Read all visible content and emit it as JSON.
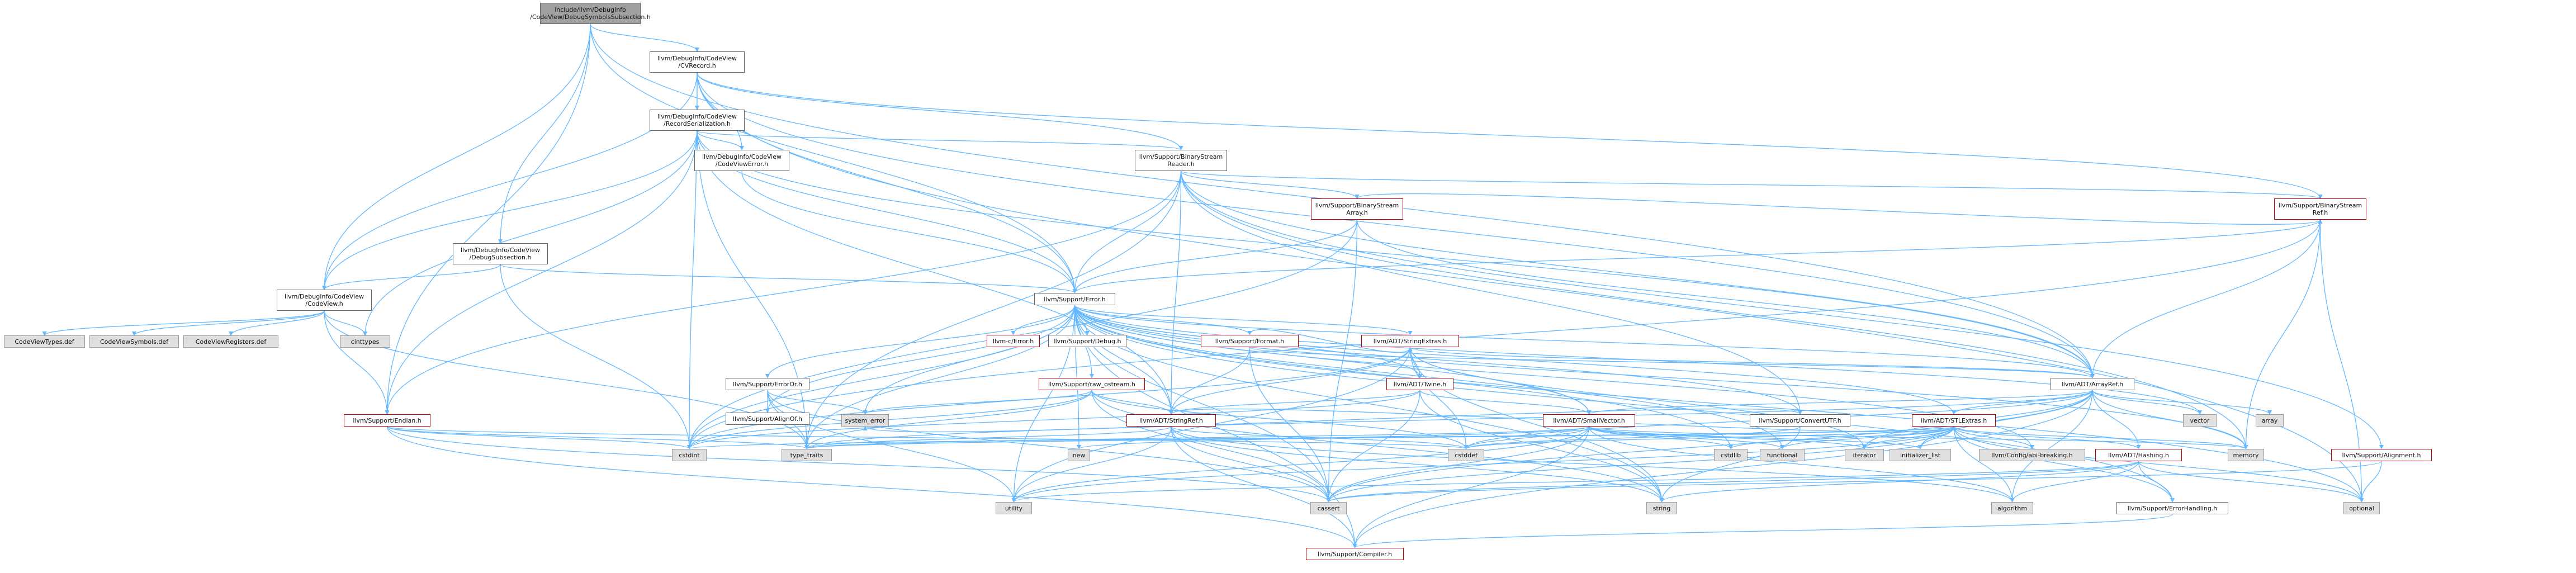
{
  "colors": {
    "edge": "#63b8ff",
    "edge_alt": "#8cc4ef",
    "root_fill": "#a0a0a0",
    "system_fill": "#e0e0e0",
    "doc_border": "#666666",
    "truncated_border": "#c00000"
  },
  "graph": {
    "nodes": [
      {
        "id": "root",
        "label": "include/llvm/DebugInfo\n/CodeView/DebugSymbolsSubsection.h",
        "kind": "root"
      },
      {
        "id": "cvrecord",
        "label": "llvm/DebugInfo/CodeView\n/CVRecord.h",
        "kind": "doc"
      },
      {
        "id": "recordser",
        "label": "llvm/DebugInfo/CodeView\n/RecordSerialization.h",
        "kind": "doc"
      },
      {
        "id": "cverror",
        "label": "llvm/DebugInfo/CodeView\n/CodeViewError.h",
        "kind": "doc"
      },
      {
        "id": "bsreader",
        "label": "llvm/Support/BinaryStream\nReader.h",
        "kind": "doc"
      },
      {
        "id": "bsarray",
        "label": "llvm/Support/BinaryStream\nArray.h",
        "kind": "red"
      },
      {
        "id": "bsref",
        "label": "llvm/Support/BinaryStream\nRef.h",
        "kind": "red"
      },
      {
        "id": "debugsub",
        "label": "llvm/DebugInfo/CodeView\n/DebugSubsection.h",
        "kind": "doc"
      },
      {
        "id": "codeview",
        "label": "llvm/DebugInfo/CodeView\n/CodeView.h",
        "kind": "doc"
      },
      {
        "id": "cvtypes",
        "label": "CodeViewTypes.def",
        "kind": "sys"
      },
      {
        "id": "cvsymbols",
        "label": "CodeViewSymbols.def",
        "kind": "sys"
      },
      {
        "id": "cvregisters",
        "label": "CodeViewRegisters.def",
        "kind": "sys"
      },
      {
        "id": "cinttypes",
        "label": "cinttypes",
        "kind": "sys"
      },
      {
        "id": "error",
        "label": "llvm/Support/Error.h",
        "kind": "doc"
      },
      {
        "id": "cerror",
        "label": "llvm-c/Error.h",
        "kind": "red"
      },
      {
        "id": "debug",
        "label": "llvm/Support/Debug.h",
        "kind": "doc"
      },
      {
        "id": "format",
        "label": "llvm/Support/Format.h",
        "kind": "red"
      },
      {
        "id": "stlextras1",
        "label": "llvm/ADT/StringExtras.h",
        "kind": "red"
      },
      {
        "id": "errorOr",
        "label": "llvm/Support/ErrorOr.h",
        "kind": "doc"
      },
      {
        "id": "alignof",
        "label": "llvm/Support/AlignOf.h",
        "kind": "doc"
      },
      {
        "id": "rawostream",
        "label": "llvm/Support/raw_ostream.h",
        "kind": "red"
      },
      {
        "id": "twine",
        "label": "llvm/ADT/Twine.h",
        "kind": "red"
      },
      {
        "id": "stringref",
        "label": "llvm/ADT/StringRef.h",
        "kind": "red"
      },
      {
        "id": "smallvector",
        "label": "llvm/ADT/SmallVector.h",
        "kind": "red"
      },
      {
        "id": "arrayref",
        "label": "llvm/ADT/ArrayRef.h",
        "kind": "doc"
      },
      {
        "id": "convertutf",
        "label": "llvm/Support/ConvertUTF.h",
        "kind": "doc"
      },
      {
        "id": "stlextras",
        "label": "llvm/ADT/STLExtras.h",
        "kind": "red"
      },
      {
        "id": "hashing",
        "label": "llvm/ADT/Hashing.h",
        "kind": "red"
      },
      {
        "id": "alignment",
        "label": "llvm/Support/Alignment.h",
        "kind": "red"
      },
      {
        "id": "errhandling",
        "label": "llvm/Support/ErrorHandling.h",
        "kind": "doc"
      },
      {
        "id": "compiler",
        "label": "llvm/Support/Compiler.h",
        "kind": "red"
      },
      {
        "id": "endian",
        "label": "llvm/Support/Endian.h",
        "kind": "red"
      },
      {
        "id": "cfgabi",
        "label": "llvm/Config/abi-breaking.h",
        "kind": "sys"
      },
      {
        "id": "system_error",
        "label": "system_error",
        "kind": "sys"
      },
      {
        "id": "cstdint",
        "label": "cstdint",
        "kind": "sys"
      },
      {
        "id": "type_traits",
        "label": "type_traits",
        "kind": "sys"
      },
      {
        "id": "new",
        "label": "new",
        "kind": "sys"
      },
      {
        "id": "utility",
        "label": "utility",
        "kind": "sys"
      },
      {
        "id": "cassert",
        "label": "cassert",
        "kind": "sys"
      },
      {
        "id": "cstddef",
        "label": "cstddef",
        "kind": "sys"
      },
      {
        "id": "cstdlib",
        "label": "cstdlib",
        "kind": "sys"
      },
      {
        "id": "functional",
        "label": "functional",
        "kind": "sys"
      },
      {
        "id": "iterator",
        "label": "iterator",
        "kind": "sys"
      },
      {
        "id": "initializer_list",
        "label": "initializer_list",
        "kind": "sys"
      },
      {
        "id": "string",
        "label": "string",
        "kind": "sys"
      },
      {
        "id": "algorithm",
        "label": "algorithm",
        "kind": "sys"
      },
      {
        "id": "memory",
        "label": "memory",
        "kind": "sys"
      },
      {
        "id": "optional",
        "label": "optional",
        "kind": "sys"
      },
      {
        "id": "vector",
        "label": "vector",
        "kind": "sys"
      },
      {
        "id": "array",
        "label": "array",
        "kind": "sys"
      }
    ],
    "edges": [
      [
        "root",
        "cvrecord"
      ],
      [
        "root",
        "debugsub"
      ],
      [
        "root",
        "error"
      ],
      [
        "root",
        "endian"
      ],
      [
        "root",
        "arrayref"
      ],
      [
        "root",
        "codeview"
      ],
      [
        "cvrecord",
        "recordser"
      ],
      [
        "cvrecord",
        "cverror"
      ],
      [
        "cvrecord",
        "bsreader"
      ],
      [
        "cvrecord",
        "bsref"
      ],
      [
        "cvrecord",
        "codeview"
      ],
      [
        "cvrecord",
        "error"
      ],
      [
        "cvrecord",
        "arrayref"
      ],
      [
        "cvrecord",
        "cstdint"
      ],
      [
        "cvrecord",
        "optional"
      ],
      [
        "recordser",
        "codeview"
      ],
      [
        "recordser",
        "cverror"
      ],
      [
        "recordser",
        "bsreader"
      ],
      [
        "recordser",
        "error"
      ],
      [
        "recordser",
        "endian"
      ],
      [
        "recordser",
        "cinttypes"
      ],
      [
        "recordser",
        "type_traits"
      ],
      [
        "recordser",
        "arrayref"
      ],
      [
        "recordser",
        "stringref"
      ],
      [
        "cverror",
        "error"
      ],
      [
        "bsreader",
        "bsarray"
      ],
      [
        "bsreader",
        "bsref"
      ],
      [
        "bsreader",
        "error"
      ],
      [
        "bsreader",
        "stringref"
      ],
      [
        "bsreader",
        "arrayref"
      ],
      [
        "bsreader",
        "convertutf"
      ],
      [
        "bsreader",
        "alignment"
      ],
      [
        "bsreader",
        "endian"
      ],
      [
        "bsreader",
        "type_traits"
      ],
      [
        "bsreader",
        "memory"
      ],
      [
        "bsarray",
        "bsref"
      ],
      [
        "bsarray",
        "error"
      ],
      [
        "bsarray",
        "arrayref"
      ],
      [
        "bsarray",
        "cassert"
      ],
      [
        "bsarray",
        "cstdint"
      ],
      [
        "bsref",
        "arrayref"
      ],
      [
        "bsref",
        "error"
      ],
      [
        "bsref",
        "memory"
      ],
      [
        "bsref",
        "optional"
      ],
      [
        "bsref",
        "cstdint"
      ],
      [
        "debugsub",
        "codeview"
      ],
      [
        "debugsub",
        "error"
      ],
      [
        "debugsub",
        "cstdint"
      ],
      [
        "codeview",
        "cvtypes"
      ],
      [
        "codeview",
        "cvsymbols"
      ],
      [
        "codeview",
        "cvregisters"
      ],
      [
        "codeview",
        "cinttypes"
      ],
      [
        "codeview",
        "type_traits"
      ],
      [
        "codeview",
        "endian"
      ],
      [
        "error",
        "cerror"
      ],
      [
        "error",
        "debug"
      ],
      [
        "error",
        "format"
      ],
      [
        "error",
        "stlextras1"
      ],
      [
        "error",
        "errorOr"
      ],
      [
        "error",
        "rawostream"
      ],
      [
        "error",
        "twine"
      ],
      [
        "error",
        "smallvector"
      ],
      [
        "error",
        "stringref"
      ],
      [
        "error",
        "arrayref"
      ],
      [
        "error",
        "cassert"
      ],
      [
        "error",
        "cstdint"
      ],
      [
        "error",
        "cstdlib"
      ],
      [
        "error",
        "functional"
      ],
      [
        "error",
        "memory"
      ],
      [
        "error",
        "new"
      ],
      [
        "error",
        "optional"
      ],
      [
        "error",
        "string"
      ],
      [
        "error",
        "system_error"
      ],
      [
        "error",
        "type_traits"
      ],
      [
        "error",
        "utility"
      ],
      [
        "error",
        "vector"
      ],
      [
        "error",
        "cfgabi"
      ],
      [
        "error",
        "compiler"
      ],
      [
        "error",
        "errhandling"
      ],
      [
        "error",
        "alignof"
      ],
      [
        "error",
        "convertutf"
      ],
      [
        "error",
        "stlextras"
      ],
      [
        "format",
        "arrayref"
      ],
      [
        "format",
        "stringref"
      ],
      [
        "format",
        "stlextras1"
      ],
      [
        "format",
        "cassert"
      ],
      [
        "format",
        "cstdio"
      ],
      [
        "stlextras1",
        "arrayref"
      ],
      [
        "stlextras1",
        "smallvector"
      ],
      [
        "stlextras1",
        "stringref"
      ],
      [
        "stlextras1",
        "twine"
      ],
      [
        "stlextras1",
        "cstddef"
      ],
      [
        "stlextras1",
        "cstdint"
      ],
      [
        "stlextras1",
        "iterator"
      ],
      [
        "stlextras1",
        "string"
      ],
      [
        "stlextras1",
        "utility"
      ],
      [
        "errorOr",
        "alignof"
      ],
      [
        "errorOr",
        "cassert"
      ],
      [
        "errorOr",
        "system_error"
      ],
      [
        "errorOr",
        "type_traits"
      ],
      [
        "errorOr",
        "utility"
      ],
      [
        "rawostream",
        "stringref"
      ],
      [
        "rawostream",
        "cassert"
      ],
      [
        "rawostream",
        "cstddef"
      ],
      [
        "rawostream",
        "cstdint"
      ],
      [
        "rawostream",
        "string"
      ],
      [
        "rawostream",
        "system_error"
      ],
      [
        "rawostream",
        "type_traits"
      ],
      [
        "twine",
        "smallvector"
      ],
      [
        "twine",
        "stringref"
      ],
      [
        "twine",
        "cassert"
      ],
      [
        "twine",
        "cstdint"
      ],
      [
        "twine",
        "string"
      ],
      [
        "stringref",
        "stlextras"
      ],
      [
        "stringref",
        "compiler"
      ],
      [
        "stringref",
        "algorithm"
      ],
      [
        "stringref",
        "cassert"
      ],
      [
        "stringref",
        "cstddef"
      ],
      [
        "stringref",
        "cstring"
      ],
      [
        "stringref",
        "limits"
      ],
      [
        "stringref",
        "string"
      ],
      [
        "stringref",
        "type_traits"
      ],
      [
        "stringref",
        "utility"
      ],
      [
        "smallvector",
        "compiler"
      ],
      [
        "smallvector",
        "algorithm"
      ],
      [
        "smallvector",
        "cassert"
      ],
      [
        "smallvector",
        "cstddef"
      ],
      [
        "smallvector",
        "cstdlib"
      ],
      [
        "smallvector",
        "functional"
      ],
      [
        "smallvector",
        "initializer_list"
      ],
      [
        "smallvector",
        "iterator"
      ],
      [
        "smallvector",
        "memory"
      ],
      [
        "smallvector",
        "new"
      ],
      [
        "smallvector",
        "type_traits"
      ],
      [
        "smallvector",
        "utility"
      ],
      [
        "arrayref",
        "hashing"
      ],
      [
        "arrayref",
        "smallvector"
      ],
      [
        "arrayref",
        "stlextras"
      ],
      [
        "arrayref",
        "compiler"
      ],
      [
        "arrayref",
        "algorithm"
      ],
      [
        "arrayref",
        "array"
      ],
      [
        "arrayref",
        "cassert"
      ],
      [
        "arrayref",
        "cstddef"
      ],
      [
        "arrayref",
        "initializer_list"
      ],
      [
        "arrayref",
        "iterator"
      ],
      [
        "arrayref",
        "memory"
      ],
      [
        "arrayref",
        "type_traits"
      ],
      [
        "arrayref",
        "vector"
      ],
      [
        "convertutf",
        "cstddef"
      ],
      [
        "convertutf",
        "string"
      ],
      [
        "convertutf",
        "system_error"
      ],
      [
        "stlextras",
        "hashing"
      ],
      [
        "stlextras",
        "cfgabi"
      ],
      [
        "stlextras",
        "errhandling"
      ],
      [
        "stlextras",
        "algorithm"
      ],
      [
        "stlextras",
        "cassert"
      ],
      [
        "stlextras",
        "cstddef"
      ],
      [
        "stlextras",
        "cstdint"
      ],
      [
        "stlextras",
        "cstdlib"
      ],
      [
        "stlextras",
        "functional"
      ],
      [
        "stlextras",
        "initializer_list"
      ],
      [
        "stlextras",
        "iterator"
      ],
      [
        "stlextras",
        "memory"
      ],
      [
        "stlextras",
        "optional"
      ],
      [
        "stlextras",
        "type_traits"
      ],
      [
        "stlextras",
        "utility"
      ],
      [
        "hashing",
        "errhandling"
      ],
      [
        "hashing",
        "algorithm"
      ],
      [
        "hashing",
        "cassert"
      ],
      [
        "hashing",
        "cstring"
      ],
      [
        "hashing",
        "optional"
      ],
      [
        "hashing",
        "string"
      ],
      [
        "hashing",
        "utility"
      ],
      [
        "alignment",
        "cassert"
      ],
      [
        "alignment",
        "optional"
      ],
      [
        "errhandling",
        "compiler"
      ],
      [
        "endian",
        "cassert"
      ],
      [
        "endian",
        "cstddef"
      ],
      [
        "endian",
        "cstdint"
      ],
      [
        "endian",
        "type_traits"
      ],
      [
        "endian",
        "compiler"
      ]
    ]
  }
}
